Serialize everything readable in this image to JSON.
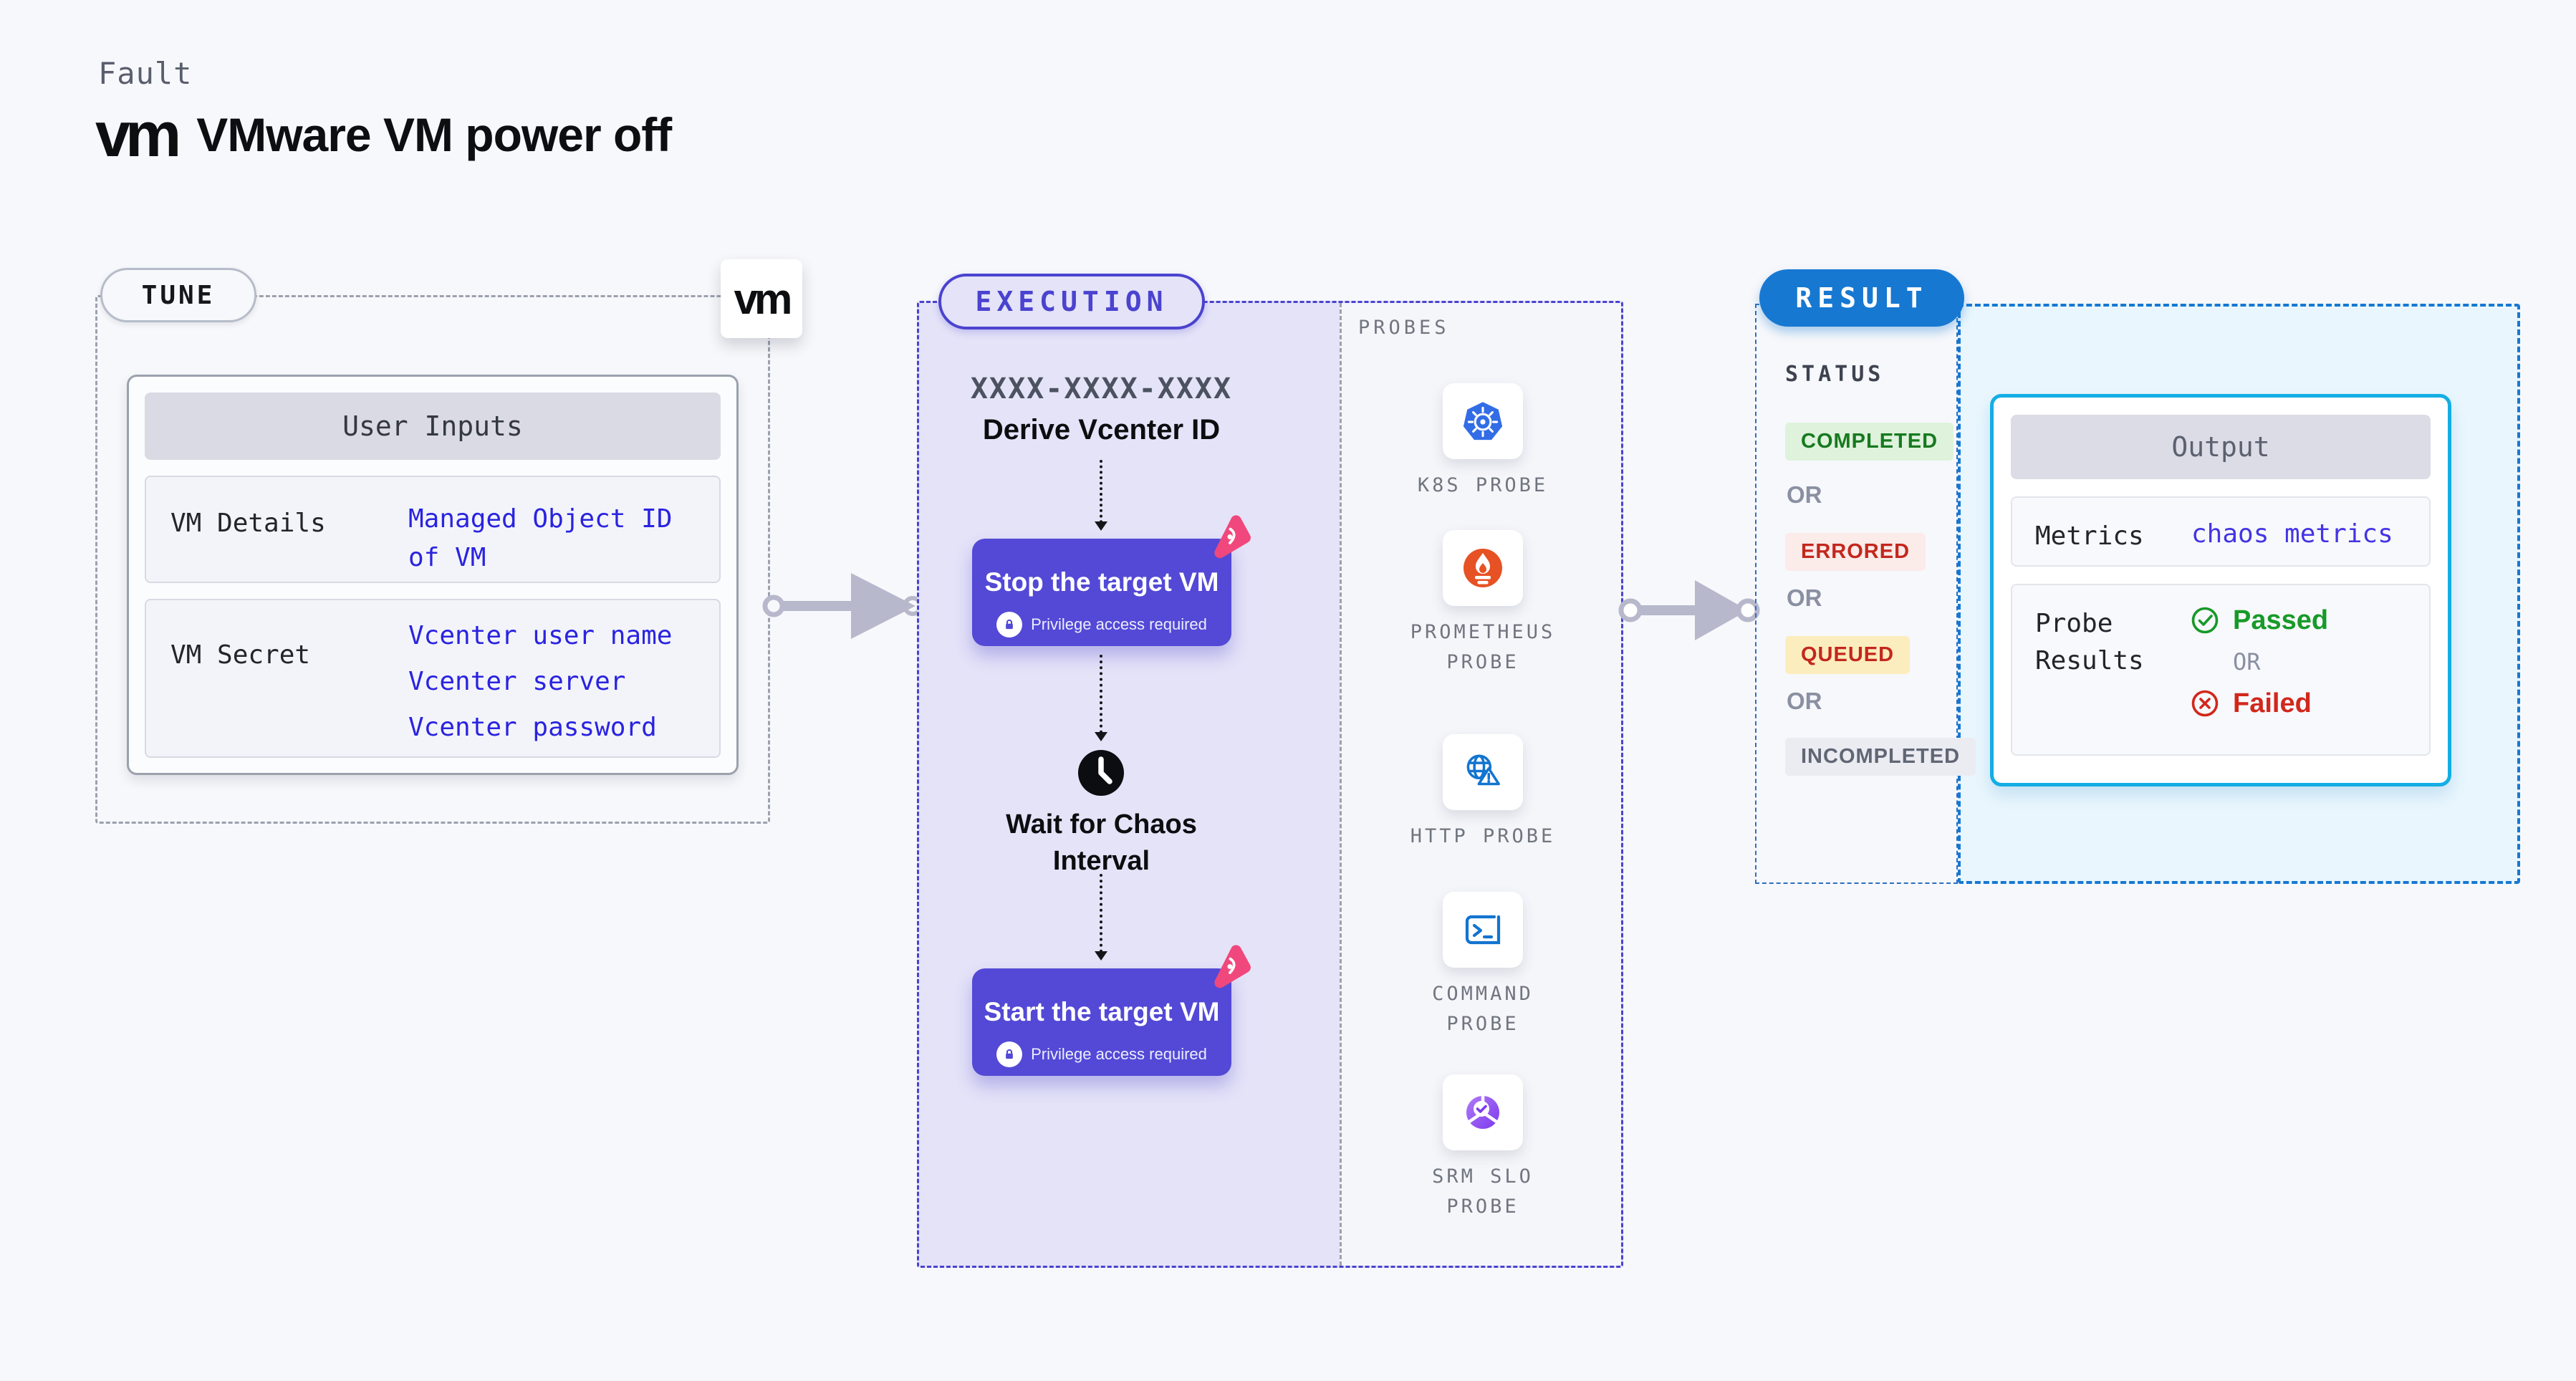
{
  "header": {
    "kicker": "Fault",
    "logo": "vm",
    "title": "VMware VM power off"
  },
  "tune": {
    "pill": "TUNE",
    "vm_logo": "vm",
    "card_title": "User Inputs",
    "rows": [
      {
        "label": "VM Details",
        "values": [
          "Managed Object ID of VM"
        ]
      },
      {
        "label": "VM Secret",
        "values": [
          "Vcenter user name",
          "Vcenter server",
          "Vcenter password"
        ]
      }
    ]
  },
  "execution": {
    "pill": "EXECUTION",
    "step_id": "XXXX-XXXX-XXXX",
    "step_name": "Derive Vcenter ID",
    "stop_title": "Stop the target VM",
    "start_title": "Start the target VM",
    "privilege_note": "Privilege access required",
    "wait_label": "Wait for Chaos Interval"
  },
  "probes": {
    "panel_label": "PROBES",
    "items": [
      {
        "name": "K8S PROBE",
        "icon": "kubernetes-icon"
      },
      {
        "name": "PROMETHEUS PROBE",
        "icon": "prometheus-icon"
      },
      {
        "name": "HTTP PROBE",
        "icon": "http-globe-icon"
      },
      {
        "name": "COMMAND PROBE",
        "icon": "terminal-icon"
      },
      {
        "name": "SRM SLO PROBE",
        "icon": "slo-donut-icon"
      }
    ]
  },
  "result": {
    "pill": "RESULT",
    "status_label": "STATUS",
    "or_label": "OR",
    "statuses": [
      {
        "label": "COMPLETED",
        "bg": "#def2dc",
        "color": "#17791f"
      },
      {
        "label": "ERRORED",
        "bg": "#fbebe9",
        "color": "#c3271d"
      },
      {
        "label": "QUEUED",
        "bg": "#fcedbe",
        "color": "#c3271d"
      },
      {
        "label": "INCOMPLETED",
        "bg": "#ebecf2",
        "color": "#606673"
      }
    ],
    "output": {
      "title": "Output",
      "metrics_label": "Metrics",
      "metrics_value": "chaos metrics",
      "probe_results_label": "Probe Results",
      "passed_label": "Passed",
      "failed_label": "Failed"
    }
  },
  "colors": {
    "indigo_accent": "#4a43cf",
    "button_indigo": "#5349d6",
    "result_blue": "#1778d2",
    "output_cyan": "#14aee4",
    "input_value_blue": "#2a23e0",
    "arrow_gray": "#b7b8cb",
    "litmus_pink": "#f0487c",
    "kubernetes_blue": "#326de6",
    "prometheus_orange": "#e75225",
    "passed_green": "#179a28",
    "failed_red": "#d2271c"
  }
}
